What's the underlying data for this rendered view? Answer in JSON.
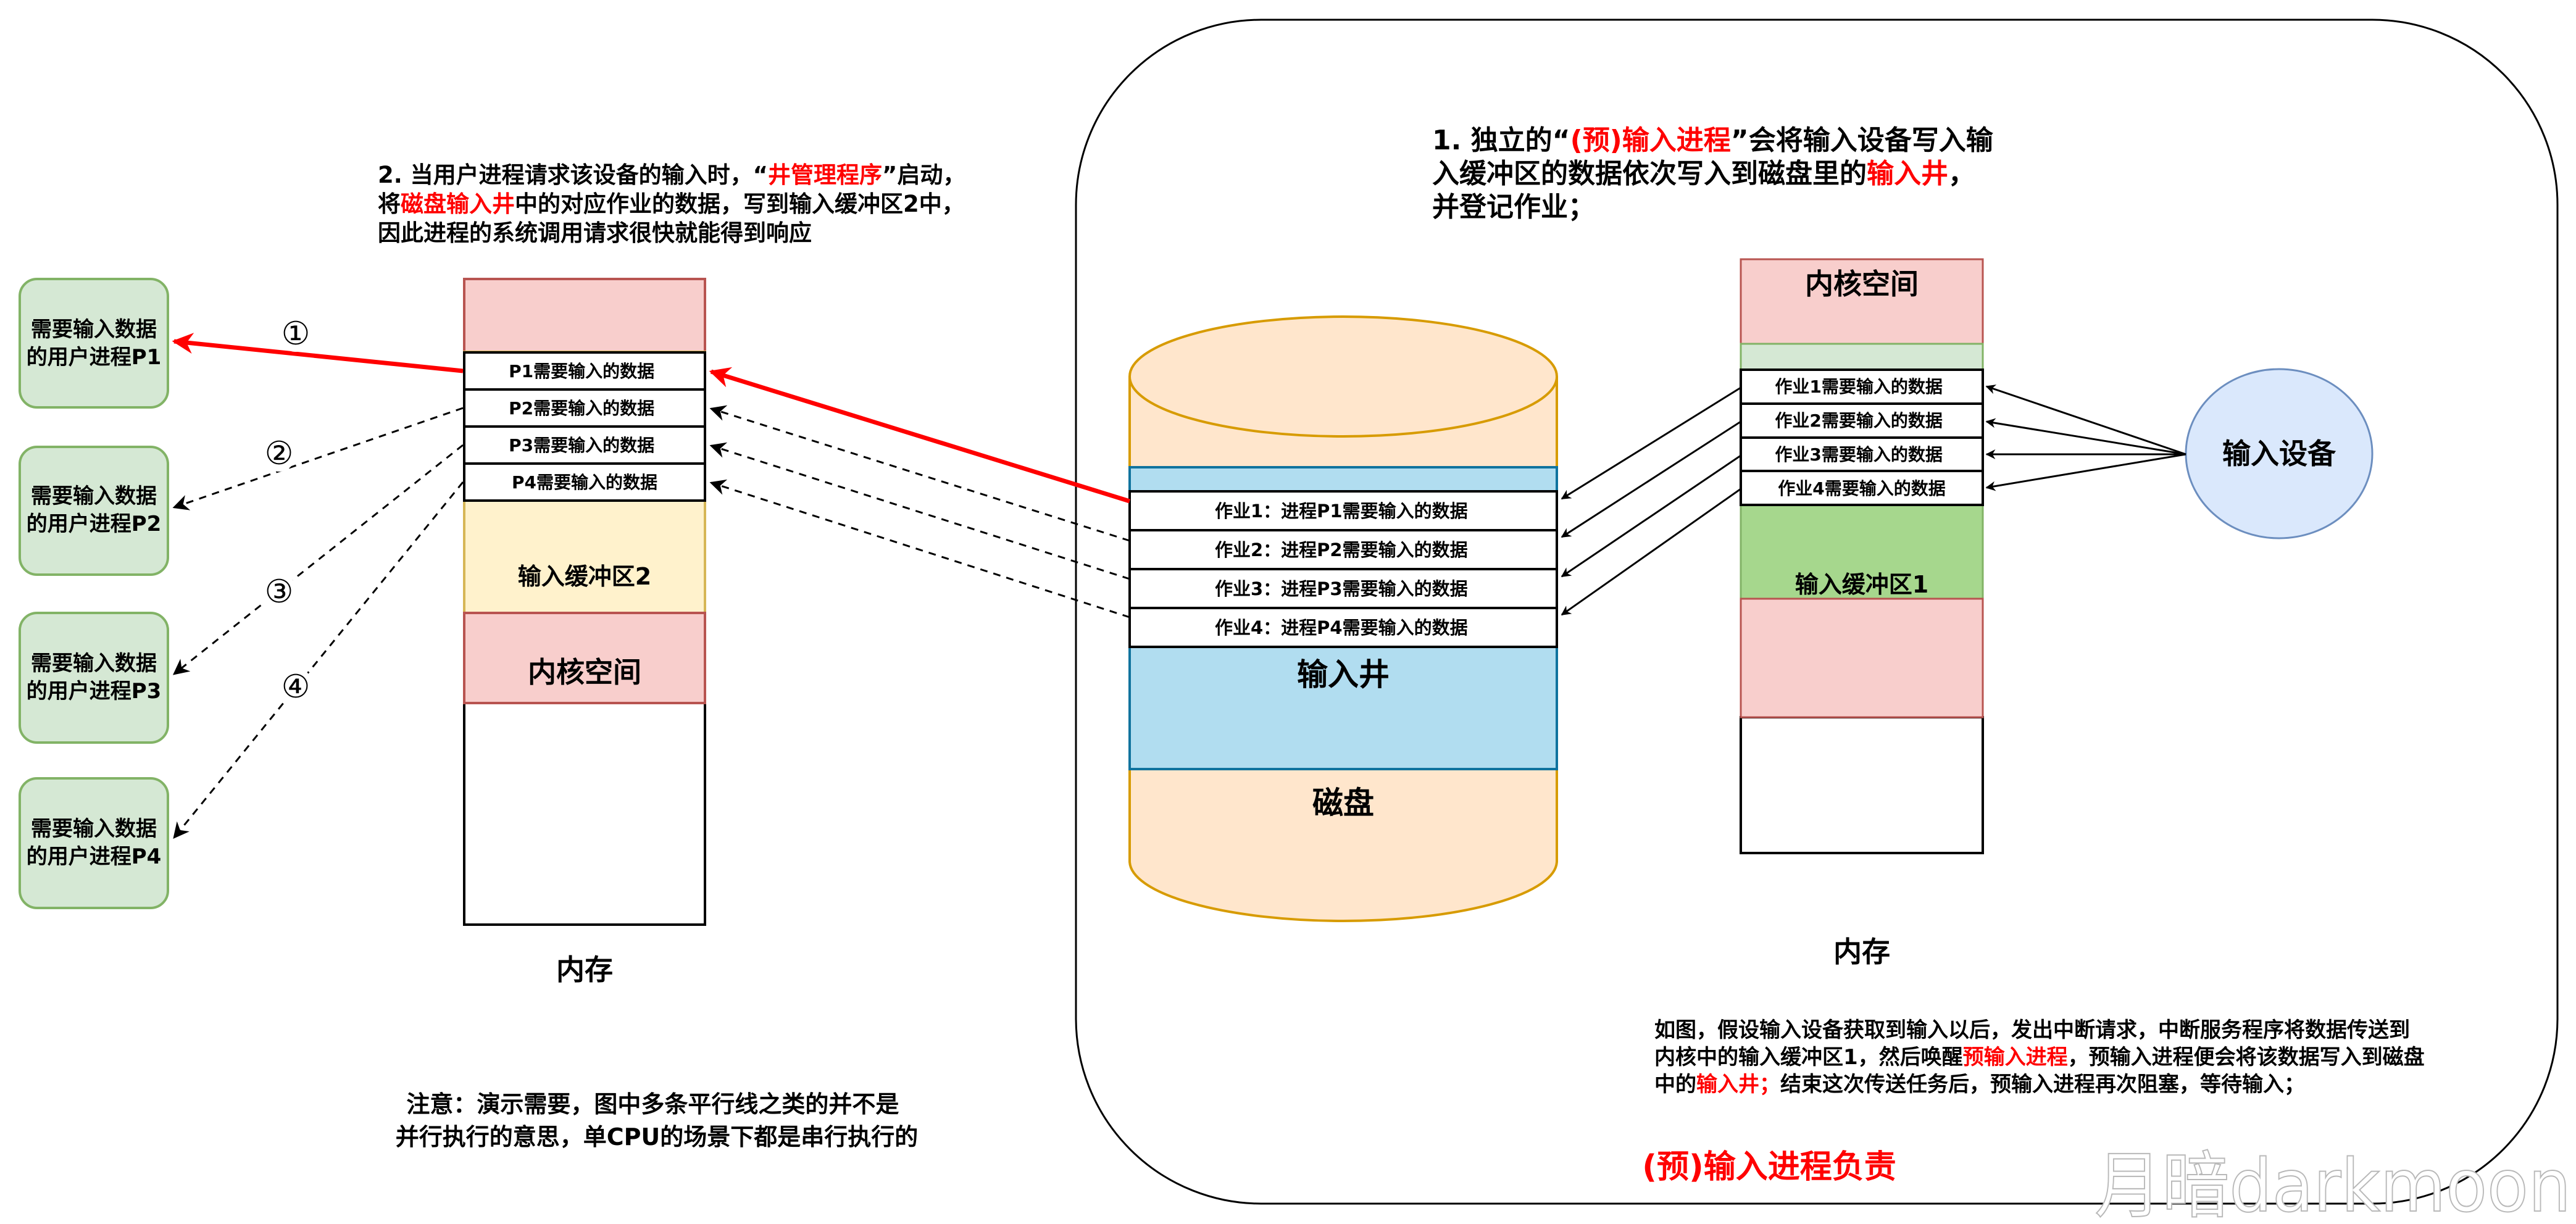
{
  "colors": {
    "red": "#ff0000",
    "kernel_fill": "#f8cecc",
    "kernel_stroke": "#b85450",
    "buffer2_fill": "#fff2cc",
    "buffer2_stroke": "#d6b656",
    "buffer1_fill": "#a6d78d",
    "buffer1_light": "#d5e8d4",
    "buffer1_stroke": "#82b366",
    "process_fill": "#d5e8d4",
    "process_stroke": "#82b366",
    "disk_fill": "#ffe6cc",
    "disk_stroke": "#d79b00",
    "spool_fill": "#b1ddf0",
    "spool_stroke": "#10739e",
    "device_fill": "#dae8fc",
    "device_stroke": "#6c8ebf"
  },
  "note2": {
    "line1_a": "2. 当用户进程请求该设备的输入时，“",
    "line1_red": "井管理程序",
    "line1_b": "”启动，",
    "line2_a": "将",
    "line2_red": "磁盘输入井",
    "line2_b": "中的对应作业的数据，写到输入缓冲区2中，",
    "line3": "因此进程的系统调用请求很快就能得到响应"
  },
  "note1": {
    "line1_a": "1. 独立的“",
    "line1_red": "(预)输入进程",
    "line1_b": "”会将输入设备写入输",
    "line2_a": "入缓冲区的数据依次写入到磁盘里的",
    "line2_red": "输入井",
    "line2_b": "，",
    "line3": "并登记作业；"
  },
  "processes": [
    {
      "line1": "需要输入数据",
      "line2": "的用户进程P1"
    },
    {
      "line1": "需要输入数据",
      "line2": "的用户进程P2"
    },
    {
      "line1": "需要输入数据",
      "line2": "的用户进程P3"
    },
    {
      "line1": "需要输入数据",
      "line2": "的用户进程P4"
    }
  ],
  "steps": [
    "①",
    "②",
    "③",
    "④"
  ],
  "left_memory": {
    "rows": [
      "P1需要输入的数据",
      "P2需要输入的数据",
      "P3需要输入的数据",
      "P4需要输入的数据"
    ],
    "buffer_label": "输入缓冲区2",
    "kernel_label": "内核空间",
    "label": "内存"
  },
  "disk": {
    "rows": [
      "作业1：进程P1需要输入的数据",
      "作业2：进程P2需要输入的数据",
      "作业3：进程P3需要输入的数据",
      "作业4：进程P4需要输入的数据"
    ],
    "spool_label": "输入井",
    "label": "磁盘"
  },
  "right_memory": {
    "kernel_label": "内核空间",
    "rows": [
      "作业1需要输入的数据",
      "作业2需要输入的数据",
      "作业3需要输入的数据",
      "作业4需要输入的数据"
    ],
    "buffer_label": "输入缓冲区1",
    "label": "内存"
  },
  "device": {
    "label": "输入设备"
  },
  "note_bottom": {
    "line1": "注意：演示需要，图中多条平行线之类的并不是",
    "line2": "并行执行的意思，单CPU的场景下都是串行执行的"
  },
  "note_right": {
    "line1": "如图，假设输入设备获取到输入以后，发出中断请求，中断服务程序将数据传送到",
    "line2_a": "内核中的输入缓冲区1，然后唤醒",
    "line2_red": "预输入进程",
    "line2_b": "，预输入进程便会将该数据写入到磁盘",
    "line3_a": "中的",
    "line3_red": "输入井；",
    "line3_b": "结束这次传送任务后，预输入进程再次阻塞，等待输入；"
  },
  "footer_red": "(预)输入进程负责",
  "watermark": "月暗darkmoon"
}
